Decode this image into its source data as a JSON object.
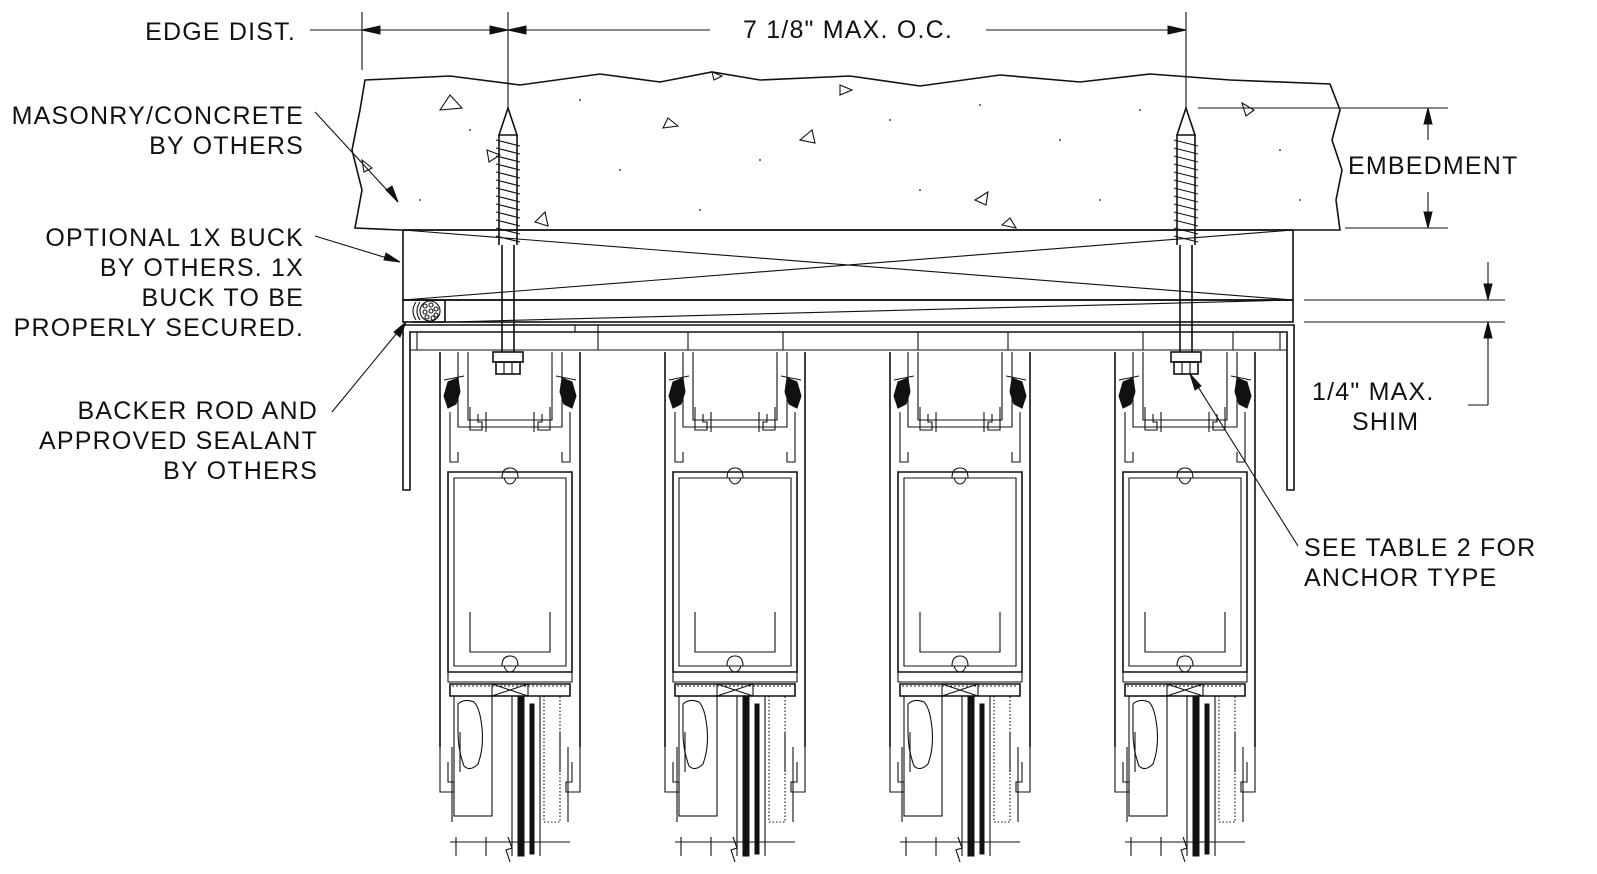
{
  "labels": {
    "edge_dist": "EDGE DIST.",
    "spacing": "7 1/8\" MAX. O.C.",
    "masonry": [
      "MASONRY/CONCRETE",
      "BY OTHERS"
    ],
    "buck": [
      "OPTIONAL 1X BUCK",
      "BY OTHERS.  1X",
      "BUCK TO BE",
      "PROPERLY SECURED."
    ],
    "backer": [
      "BACKER ROD AND",
      "APPROVED SEALANT",
      "BY OTHERS"
    ],
    "embedment": "EMBEDMENT",
    "shim": [
      "1/4\" MAX.",
      "SHIM"
    ],
    "anchor_note": [
      "SEE TABLE 2 FOR",
      "ANCHOR TYPE"
    ]
  },
  "mullion_count": 4,
  "anchor_count": 2
}
